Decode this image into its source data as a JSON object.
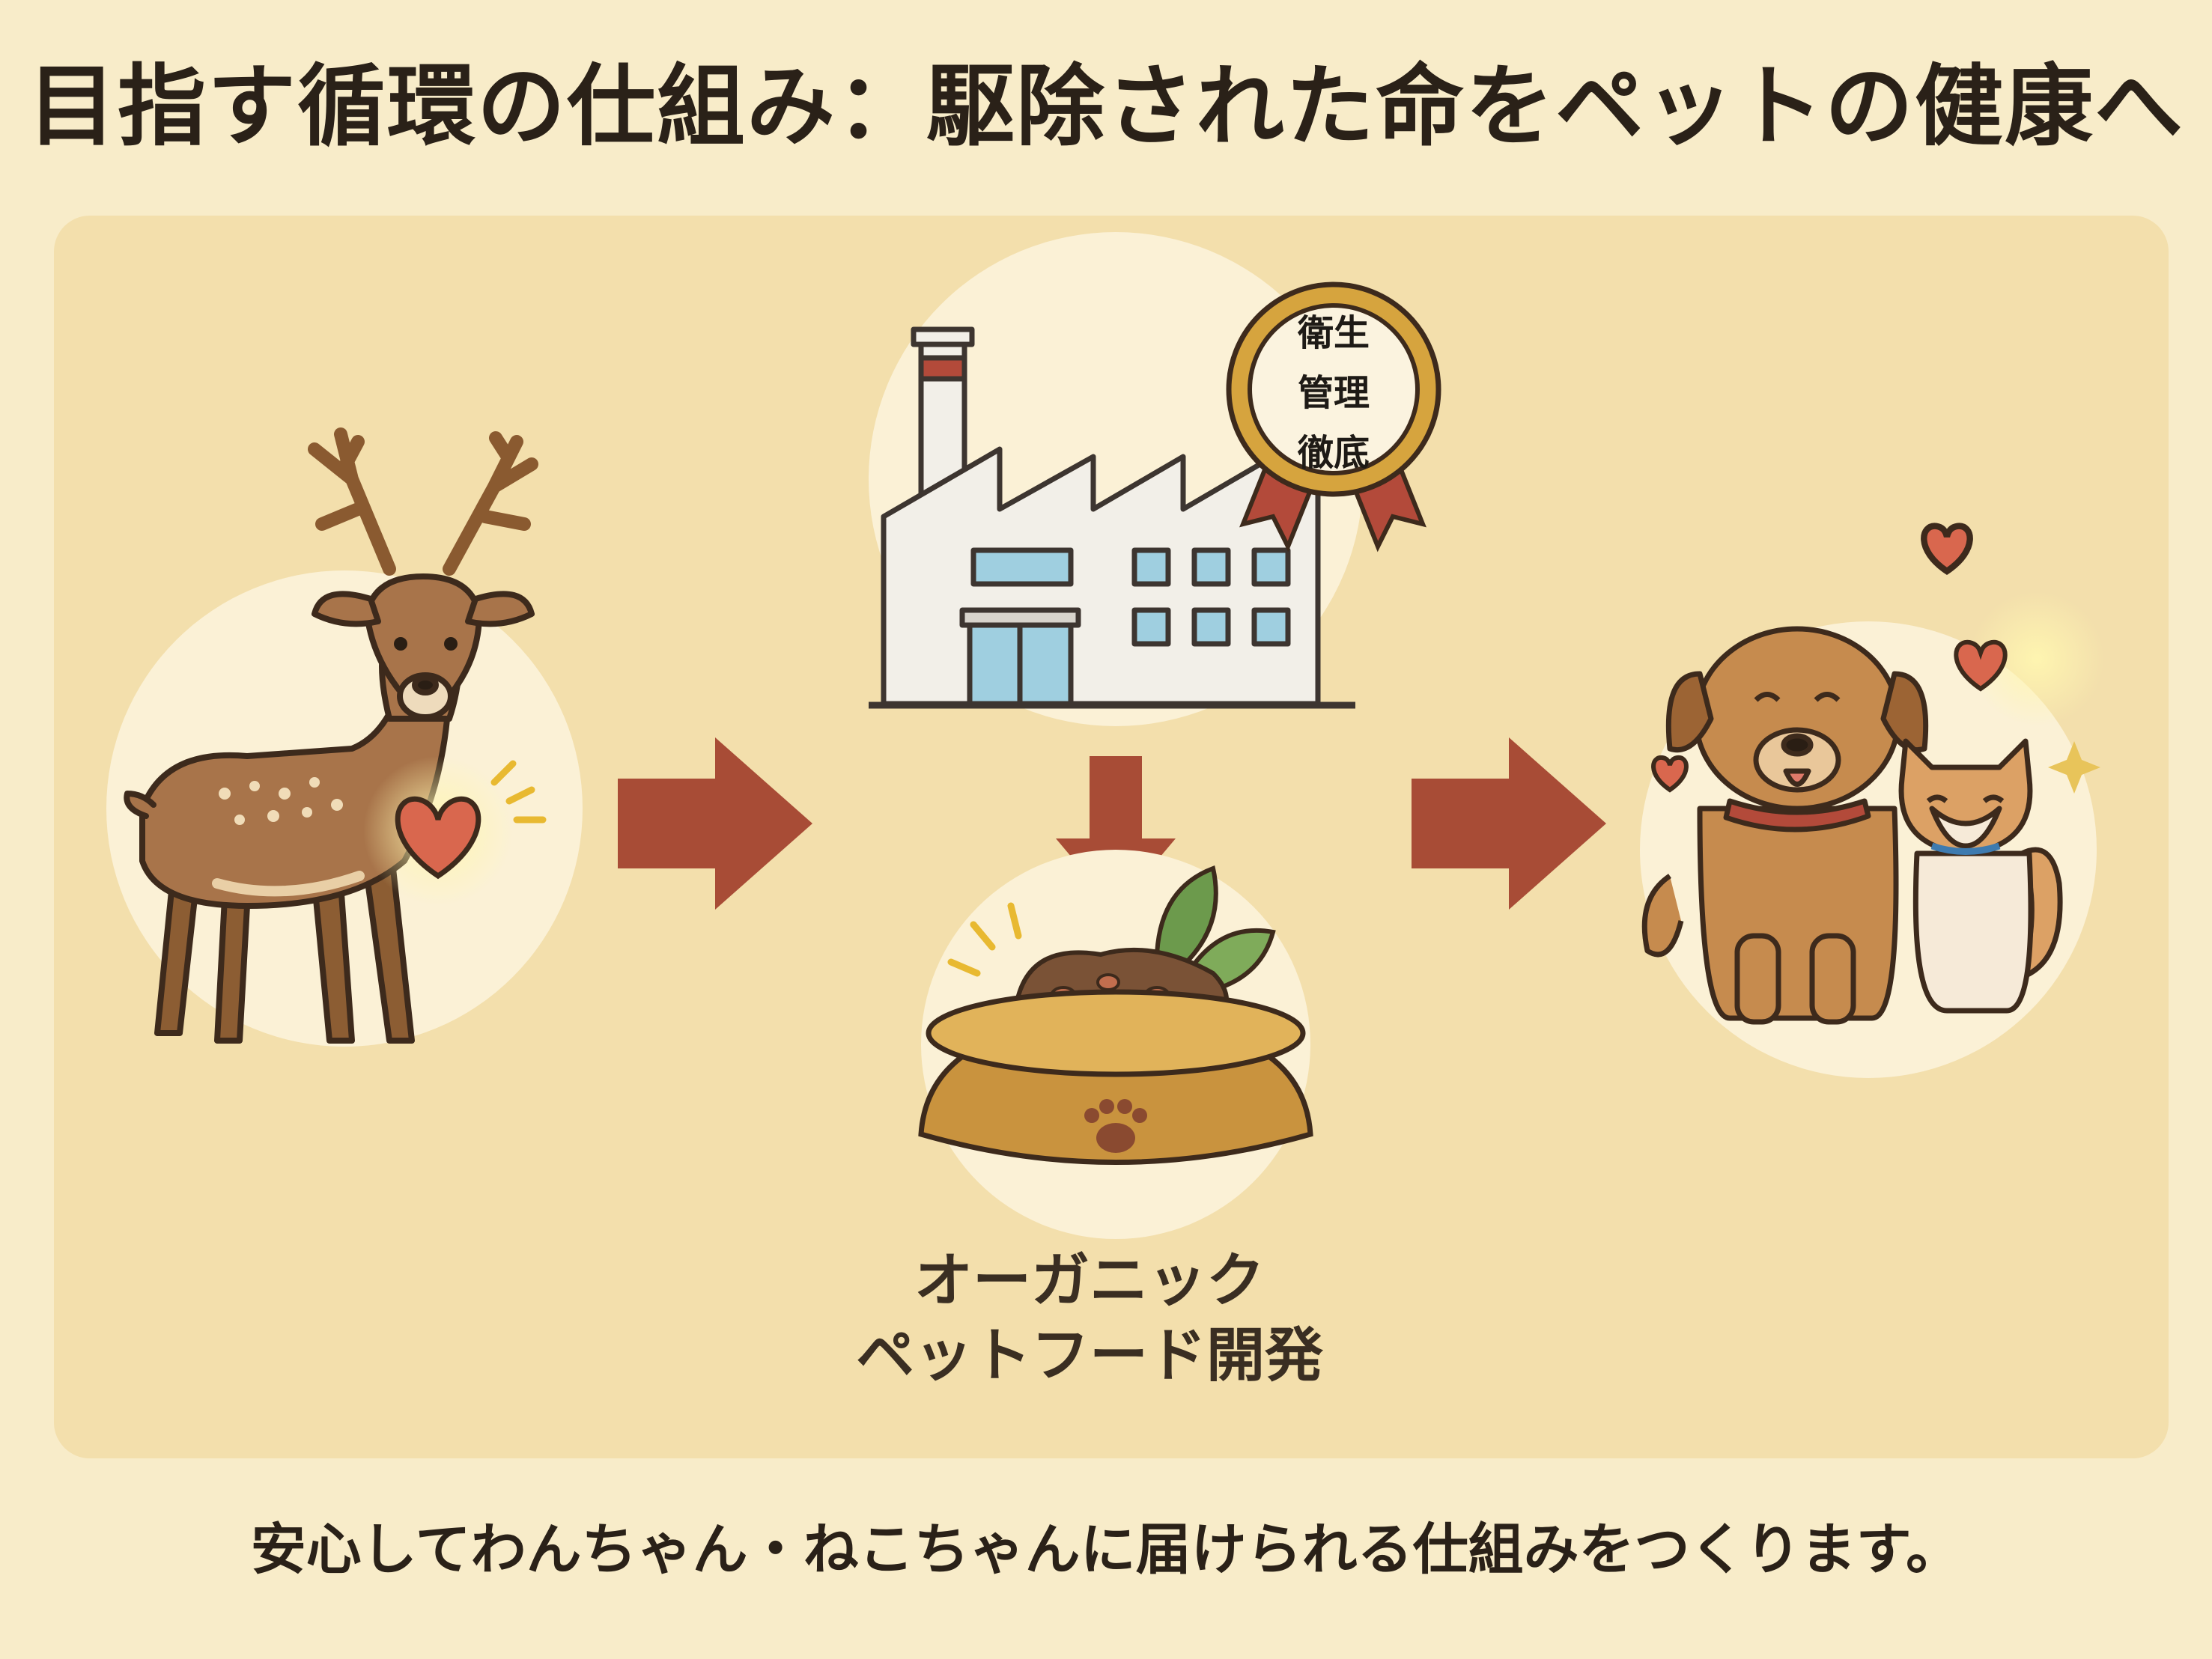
{
  "title": "目指す循環の仕組み：駆除された命をペットの健康へ",
  "badge": {
    "lines": [
      "衛生",
      "管理",
      "徹底"
    ]
  },
  "food_caption": {
    "line1": "オーガニック",
    "line2": "ペットフード開発"
  },
  "footer": "安心してわんちゃん・ねこちゃんに届けられる仕組みをつくります。",
  "icons": [
    "deer-icon",
    "heart-icon",
    "factory-icon",
    "certification-badge-icon",
    "pet-food-bowl-icon",
    "paw-icon",
    "leaf-icon",
    "dog-icon",
    "cat-icon",
    "arrow-right-icon",
    "arrow-down-icon"
  ],
  "colors": {
    "background": "#f8ecc9",
    "panel": "#f3dfac",
    "arrow": "#a84c36",
    "heart": "#d9674e",
    "deer": "#9b6a3c"
  }
}
